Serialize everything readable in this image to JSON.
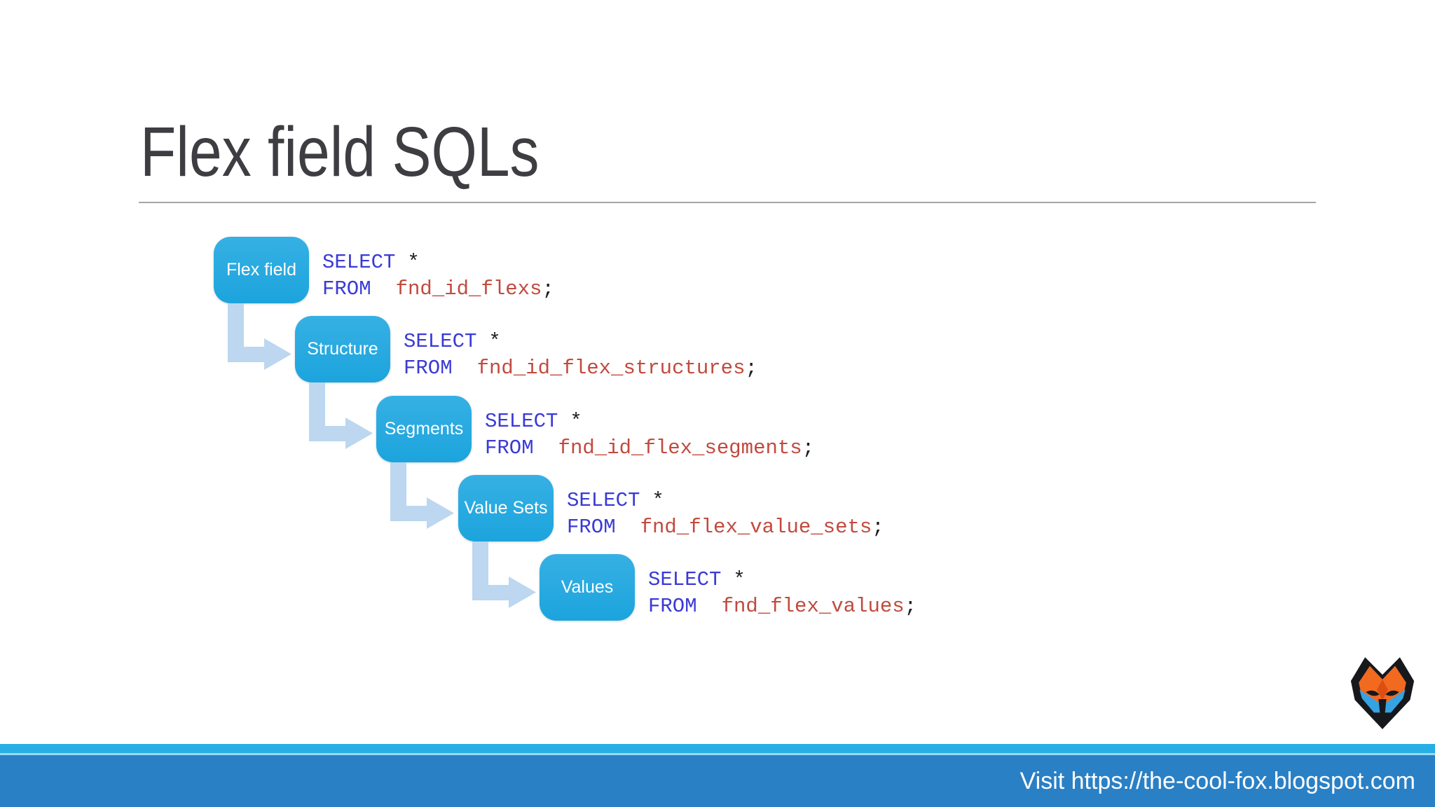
{
  "title": "Flex field SQLs",
  "diagram": {
    "rows": [
      {
        "label": "Flex field",
        "select": "SELECT",
        "star": "*",
        "from": "FROM",
        "table": "fnd_id_flexs",
        "semicolon": ";"
      },
      {
        "label": "Structure",
        "select": "SELECT",
        "star": "*",
        "from": "FROM",
        "table": "fnd_id_flex_structures",
        "semicolon": ";"
      },
      {
        "label": "Segments",
        "select": "SELECT",
        "star": "*",
        "from": "FROM",
        "table": "fnd_id_flex_segments",
        "semicolon": ";"
      },
      {
        "label": "Value Sets",
        "select": "SELECT",
        "star": "*",
        "from": "FROM",
        "table": "fnd_flex_value_sets",
        "semicolon": ";"
      },
      {
        "label": "Values",
        "select": "SELECT",
        "star": "*",
        "from": "FROM",
        "table": "fnd_flex_values",
        "semicolon": ";"
      }
    ]
  },
  "footer": {
    "text": "Visit https://the-cool-fox.blogspot.com"
  },
  "icons": {
    "logo": "fox-logo",
    "arrow": "elbow-arrow-down-right"
  },
  "colors": {
    "box_fill": "#26A9E0",
    "arrow_fill": "#BCD7EF",
    "sql_keyword": "#3A3AD6",
    "sql_table": "#C14A3E",
    "sql_punctuation": "#1E1E1E",
    "title_text": "#3D3D42",
    "divider": "#A6A6A6",
    "footer_body": "#2A80C5",
    "footer_strip": "#27AFE5",
    "footer_text": "#FFFFFF",
    "logo_orange": "#F26A1F",
    "logo_blue": "#35A3E3"
  }
}
